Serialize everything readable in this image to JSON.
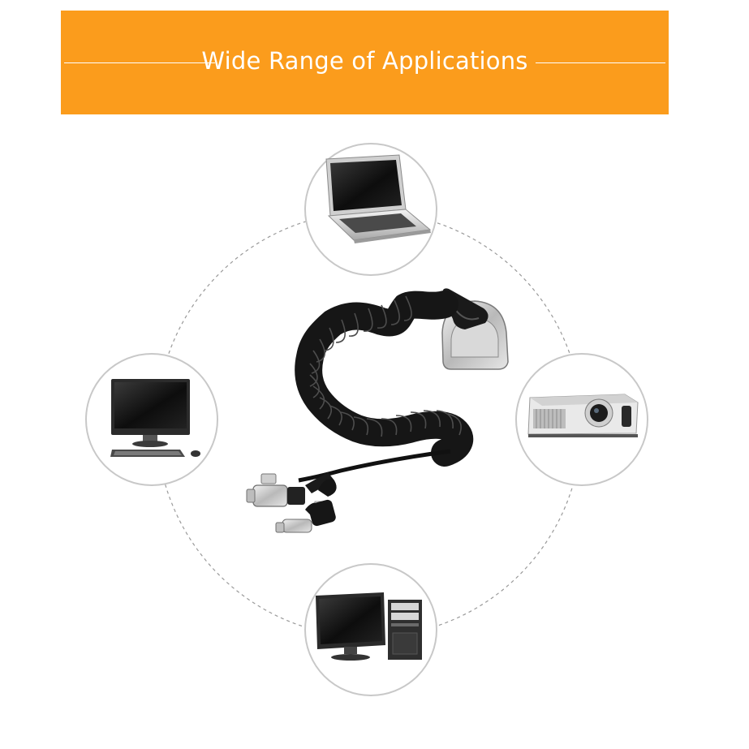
{
  "header": {
    "title": "Wide Range of Applications"
  },
  "colors": {
    "banner": "#fb9c1c",
    "banner_text": "#ffffff",
    "circle_border": "#c8c8c8",
    "ring_dash": "#9a9a9a",
    "cable": "#151515",
    "metal": "#c9c9c9"
  },
  "devices": [
    {
      "name": "laptop",
      "icon": "laptop-icon"
    },
    {
      "name": "lcd-monitor",
      "icon": "monitor-icon"
    },
    {
      "name": "projector",
      "icon": "projector-icon"
    },
    {
      "name": "desktop-computer",
      "icon": "desktop-computer-icon"
    }
  ],
  "product": {
    "icon": "coiled-cable-lock-icon"
  }
}
